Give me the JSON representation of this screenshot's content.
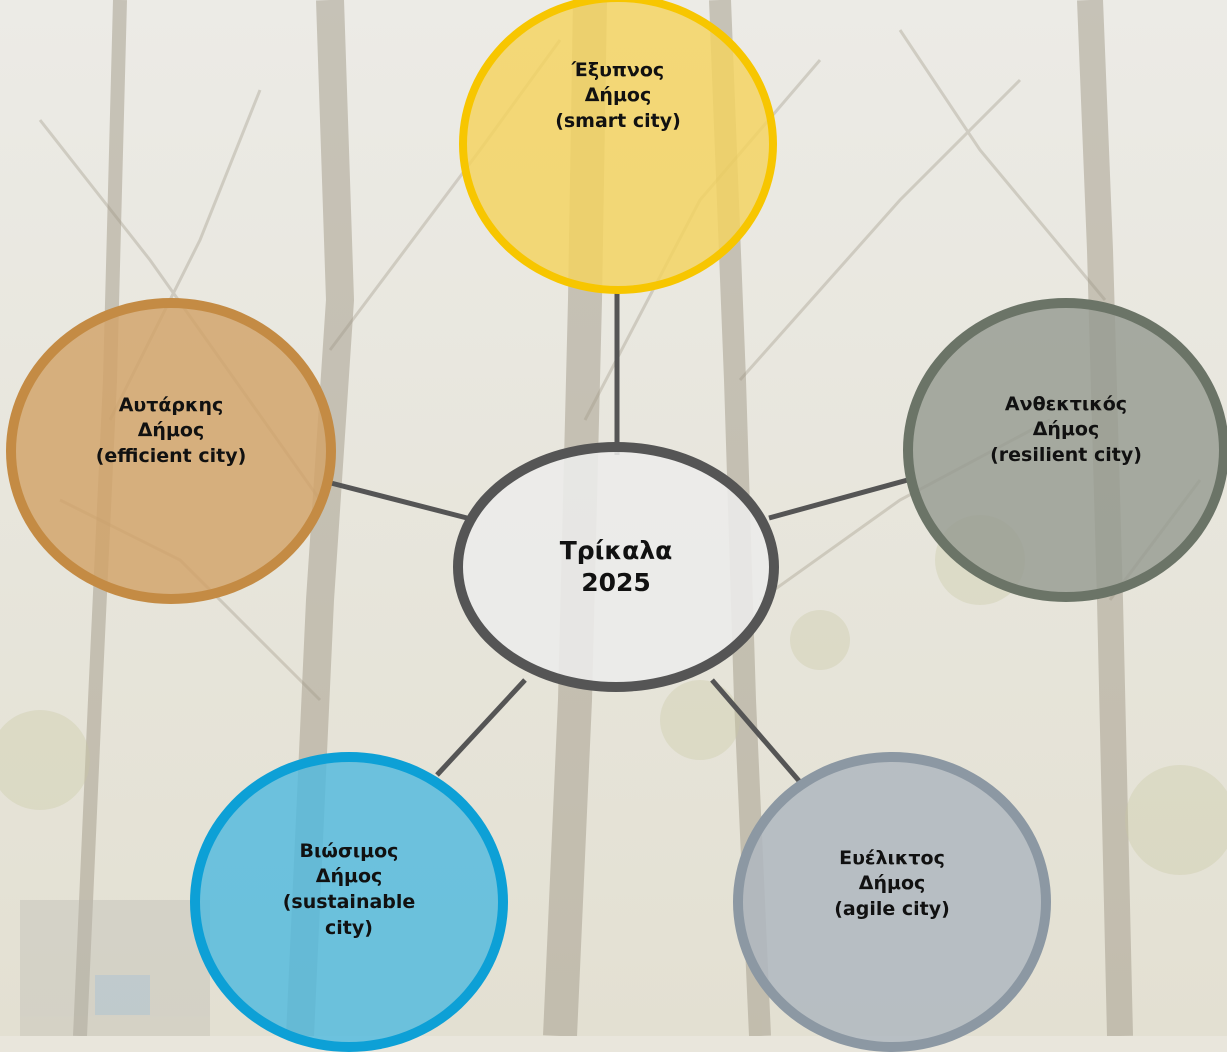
{
  "diagram": {
    "center": {
      "label": "Τρίκαλα\n2025",
      "fill": "#ececea",
      "border": "#555555"
    },
    "nodes": [
      {
        "id": "smart",
        "label": "Έξυπνος\nΔήμος\n(smart city)",
        "fill": "#f4d35e",
        "border": "#f7c600"
      },
      {
        "id": "resilient",
        "label": "Ανθεκτικός\nΔήμος\n(resilient city)",
        "fill": "#a7aba2",
        "border": "#6b7467"
      },
      {
        "id": "agile",
        "label": "Ευέλικτος\nΔήμος\n(agile city)",
        "fill": "#bcc2c9",
        "border": "#8c98a3"
      },
      {
        "id": "sustainable",
        "label": "Βιώσιμος\nΔήμος\n(sustainable\ncity)",
        "fill": "#5fc0e0",
        "border": "#0da0d6"
      },
      {
        "id": "efficient",
        "label": "Αυτάρκης\nΔήμος\n(efficient city)",
        "fill": "#d2a774",
        "border": "#c48b44"
      }
    ],
    "connector_color": "#555555"
  }
}
